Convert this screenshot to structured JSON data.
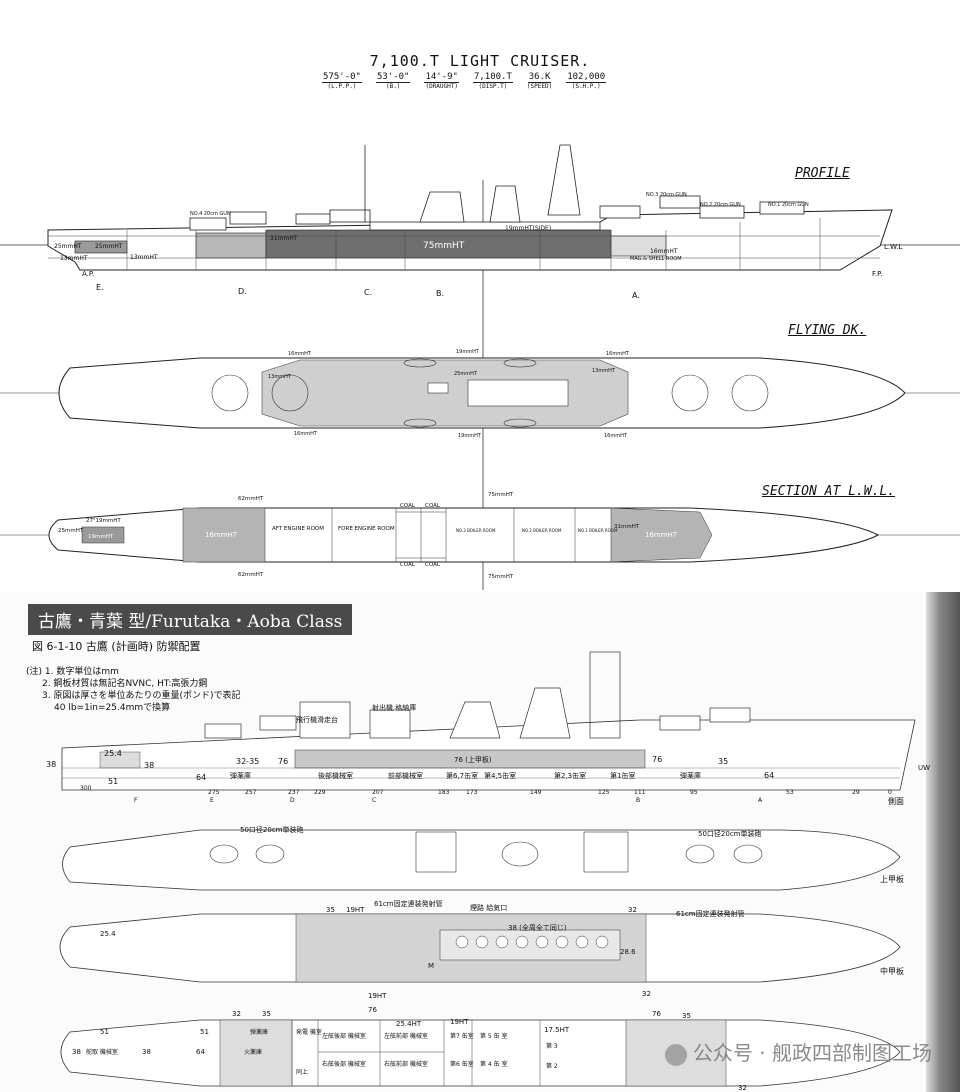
{
  "top": {
    "title": "7,100.T LIGHT CRUISER.",
    "specs": [
      {
        "value": "575'-0\"",
        "label": "(L.P.P.)"
      },
      {
        "value": "53'-0\"",
        "label": "(B.)"
      },
      {
        "value": "14'-9\"",
        "label": "(DRAUGHT)"
      },
      {
        "value": "7,100.T",
        "label": "(DISP.T)"
      },
      {
        "value": "36.K",
        "label": "(SPEED)"
      },
      {
        "value": "102,000",
        "label": "(S.H.P.)"
      }
    ],
    "view_labels": {
      "profile": "PROFILE",
      "flying": "FLYING DK.",
      "section": "SECTION AT L.W.L."
    },
    "profile_marks": {
      "ap": "A.P.",
      "fp": "F.P.",
      "lwl": "L.W.L",
      "e": "E.",
      "d": "D.",
      "c": "C.",
      "b": "B.",
      "a": "A."
    },
    "profile_labels": {
      "armor75": "75mmHT",
      "armor25a": "25mmHT",
      "armor13": "13mmHT",
      "armor25b": "25mmHT",
      "armor31": "31mmHT",
      "armor19": "19mmHT(SIDE)",
      "armor16": "16mmHT",
      "armor13b": "13mmHT",
      "gun1": "NO.1 20cm GUN",
      "gun2": "NO.2 20cm GUN",
      "gun3": "NO.3 20cm GUN",
      "gun4": "NO.4 20cm GUN",
      "mag": "MAG.& SHELL ROOM"
    },
    "flying_labels": {
      "a": "19mmHT",
      "b": "16mmHT",
      "c": "16mmHT",
      "d": "13mmHT",
      "e": "13mmHT",
      "f": "19mmHT",
      "g": "16mmHT",
      "h": "16mmHT",
      "i": "25mmHT"
    },
    "section_labels": {
      "aft": "AFT ENGINE ROOM",
      "fore": "FORE ENGINE ROOM",
      "coal1": "COAL",
      "coal2": "COAL",
      "coal3": "COAL",
      "coal4": "COAL",
      "b1": "NO.3 BOILER ROOM",
      "b2": "NO.2 BOILER ROOM",
      "b3": "NO.1 BOILER ROOM",
      "t75a": "75mmHT",
      "t75b": "75mmHT",
      "t62a": "62mmHT",
      "t62b": "62mmHT",
      "t16a": "16mmHT",
      "t16b": "16mmHT",
      "t31": "31mmHT",
      "t25": "25mmHT",
      "t19": "19mmHT",
      "t27": "27\"19mmHT"
    }
  },
  "bottom": {
    "banner": "古鷹・青葉 型/Furutaka・Aoba Class",
    "figure_caption": "図 6-1-10  古鷹 (計画時) 防禦配置",
    "notes": [
      "(注) 1. 数字単位はmm",
      "2. 鋼板材質は無記名NVNC, HT:高張力鋼",
      "3. 原図は厚さを単位あたりの重量(ポンド)で表記",
      "40 lb=1in=25.4mmで換算"
    ],
    "side_labels": {
      "k254": "25.4",
      "k38a": "38",
      "k38b": "38",
      "k51": "51",
      "k64a": "64",
      "k64b": "64",
      "k3235": "32-35",
      "k76a": "76",
      "k76b": "76",
      "k35": "35",
      "mag1": "弾薬庫",
      "mag2": "弾薬庫",
      "aft_eng": "後部機械室",
      "fwd_eng": "前部機械室",
      "b7": "第6,7缶室",
      "b45": "第4,5缶室",
      "b23": "第2,3缶室",
      "b1": "第1缶室",
      "armor": "76 (上甲板)",
      "hangar": "飛行機滑走台",
      "cat": "射出機 格納庫",
      "uwl": "UWL",
      "view_side": "側面",
      "stations": [
        "300",
        "275",
        "257",
        "237",
        "229",
        "207",
        "183",
        "173",
        "149",
        "125",
        "111",
        "95",
        "53",
        "29",
        "0"
      ],
      "letters": [
        "F",
        "E",
        "D",
        "C",
        "B",
        "A"
      ]
    },
    "upper_labels": {
      "gunl": "50口径20cm単装砲",
      "gunr": "50口径20cm単装砲",
      "view": "上甲板"
    },
    "mid_labels": {
      "t35": "35",
      "t19": "19HT",
      "t19b": "19HT",
      "torp": "61cm固定連装発射管",
      "torp2": "61cm固定連装発射管",
      "funnel": "煙路  給気口",
      "t38": "38 (全周全て同じ)",
      "t32a": "32",
      "t32b": "32",
      "t286": "28.6",
      "t254": "25.4",
      "view": "中甲板",
      "m": "M"
    },
    "lower_labels": {
      "c51a": "51",
      "c51b": "51",
      "c38": "38",
      "c38b": "38",
      "c64": "64",
      "c32": "32",
      "c35": "35",
      "c76": "76",
      "steer": "舵取 機械室",
      "mag": "弾薬庫",
      "mag2": "火薬庫",
      "gen1": "発電 機室",
      "gen2": "同上",
      "eng1": "左舷後部 機械室",
      "eng2": "右舷後部 機械室",
      "eng3": "左舷前部 機械室",
      "eng4": "右舷前部 機械室",
      "h254": "25.4HT",
      "h19": "19HT",
      "h175": "17.5HT",
      "b7": "第7 缶室",
      "b6": "第6 缶室",
      "b5": "第 5 缶 室",
      "b4": "第 4 缶 室",
      "b3": "第 3",
      "b2": "第 2",
      "c76b": "76",
      "c35b": "35",
      "c32b": "32"
    },
    "watermark": "公众号 · 舰政四部制图工场"
  }
}
